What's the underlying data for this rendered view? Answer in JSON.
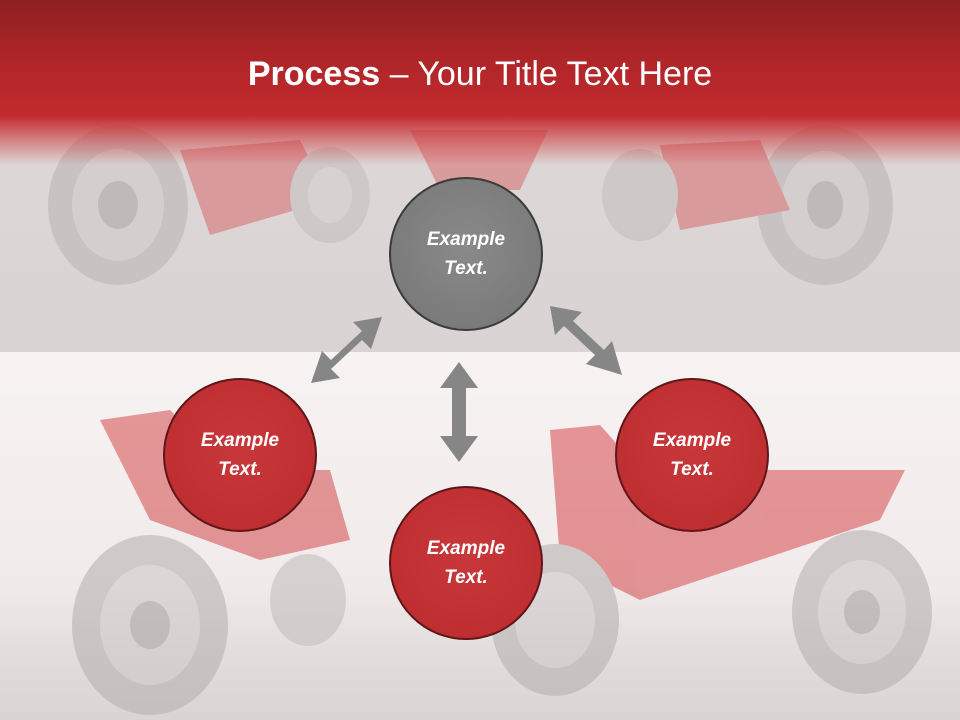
{
  "title": {
    "bold": "Process",
    "rest": " – Your Title Text Here"
  },
  "diagram": {
    "nodes": [
      {
        "id": "top",
        "label": "Example Text.",
        "color": "#7b7b7b"
      },
      {
        "id": "left",
        "label": "Example Text.",
        "color": "#bf2f32"
      },
      {
        "id": "bottom",
        "label": "Example Text.",
        "color": "#bf2f32"
      },
      {
        "id": "right",
        "label": "Example Text.",
        "color": "#bf2f32"
      }
    ],
    "connectors": [
      {
        "from": "top",
        "to": "left",
        "type": "double-arrow"
      },
      {
        "from": "top",
        "to": "right",
        "type": "double-arrow"
      },
      {
        "from": "top",
        "to": "bottom",
        "type": "double-arrow"
      }
    ],
    "arrow_color": "#868686",
    "accent_color": "#c22b2e"
  }
}
